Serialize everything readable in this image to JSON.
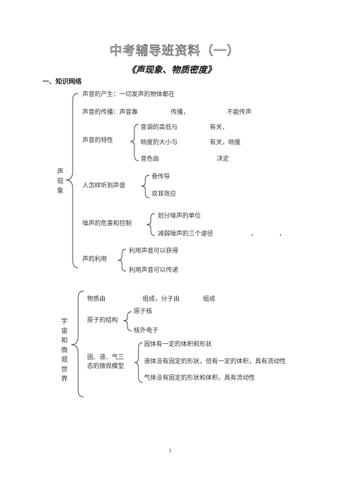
{
  "title": "中考辅导班资料（一）",
  "subtitle": "《声现象、物质密度》",
  "section1": "一、知识网络",
  "sound": {
    "label": "声现象",
    "production": "声音的产生：一切发声的物体都在",
    "propagation": {
      "a": "声音的传播：声音靠",
      "b": "传播，",
      "c": "不能传声"
    },
    "traits": {
      "label": "声音的特性",
      "pitch": {
        "a": "音调的高低与",
        "b": "有关，"
      },
      "loudness": {
        "a": "响度的大小与",
        "b": "有关，响度"
      },
      "timbre": {
        "a": "音色由",
        "b": "决定"
      }
    },
    "hearing": {
      "label": "人怎样听到声音",
      "bone": "骨传导",
      "binaural": "双耳效应"
    },
    "noise": {
      "label": "噪声的危害和控制",
      "unit": "划分噪声的单位",
      "ways": "减弱噪声的三个途径",
      "c1": "，",
      "c2": "，"
    },
    "use": {
      "label": "声的利用",
      "info": "利用声音可以获得",
      "energy": "利用声音可以传递"
    }
  },
  "universe": {
    "label": "宇宙和微观世界",
    "matter": {
      "a": "物质由",
      "b": "组成，分子由",
      "c": "组成"
    },
    "atom": {
      "label": "原子的结构",
      "nucleus": "原子核",
      "electron": "核外电子"
    },
    "states": {
      "label1": "固、液、气三",
      "label2": "态的微观模型",
      "solid": "固体有一定的体积和形状",
      "liquid": "液体没有固定的形状，但有一定的体积，具有流动性",
      "gas": "气体没有固定的形状和体积，具有流动性"
    }
  },
  "page_number": "1"
}
